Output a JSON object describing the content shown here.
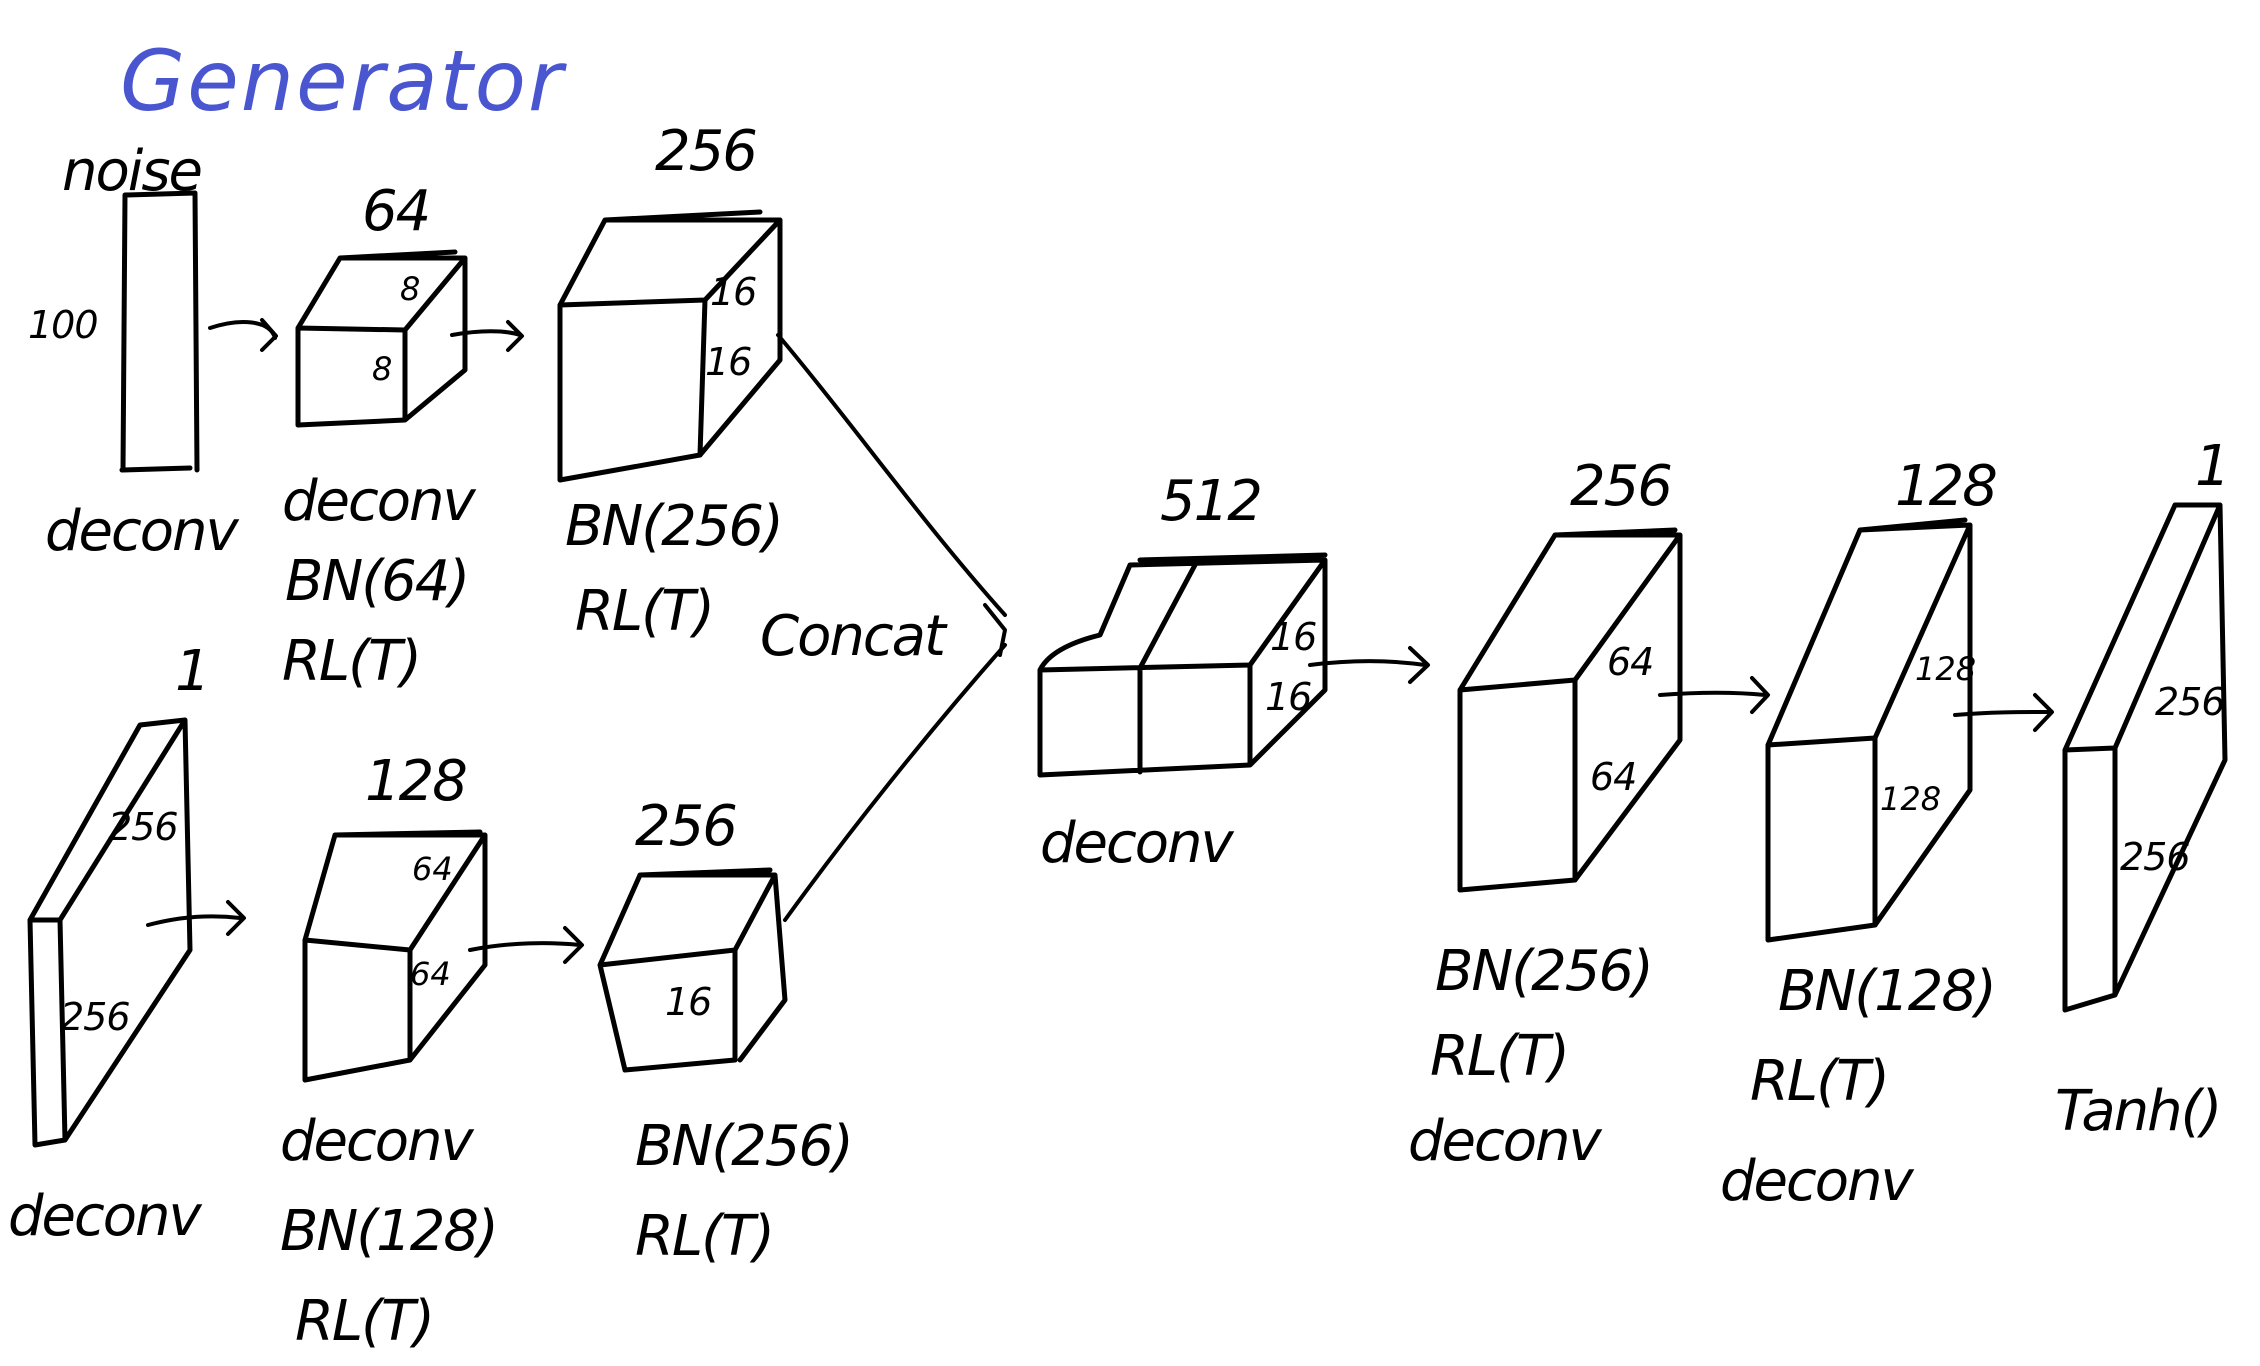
{
  "title": "Generator",
  "noise_branch": {
    "input": {
      "name": "noise",
      "size": "100",
      "op": "deconv"
    },
    "block1": {
      "channels": "64",
      "height": "8",
      "width": "8",
      "ops": [
        "deconv",
        "BN(64)",
        "RL(T)"
      ]
    },
    "block2": {
      "channels": "256",
      "height": "16",
      "width": "16",
      "ops": [
        "BN(256)",
        "RL(T)"
      ]
    }
  },
  "image_branch": {
    "input": {
      "channels": "1",
      "height": "256",
      "width": "256",
      "op": "deconv"
    },
    "block1": {
      "channels": "128",
      "height": "64",
      "width": "64",
      "ops": [
        "deconv",
        "BN(128)",
        "RL(T)"
      ]
    },
    "block2": {
      "channels": "256",
      "height": "16",
      "ops": [
        "BN(256)",
        "RL(T)"
      ]
    }
  },
  "concat_label": "Concat",
  "merged": {
    "channels": "512",
    "height": "16",
    "width": "16",
    "op": "deconv"
  },
  "up1": {
    "channels": "256",
    "height": "64",
    "width": "64",
    "ops": [
      "BN(256)",
      "RL(T)",
      "deconv"
    ]
  },
  "up2": {
    "channels": "128",
    "height": "128",
    "width": "128",
    "ops": [
      "BN(128)",
      "RL(T)",
      "deconv"
    ]
  },
  "output": {
    "channels": "1",
    "height": "256",
    "width": "256",
    "op": "Tanh()"
  }
}
